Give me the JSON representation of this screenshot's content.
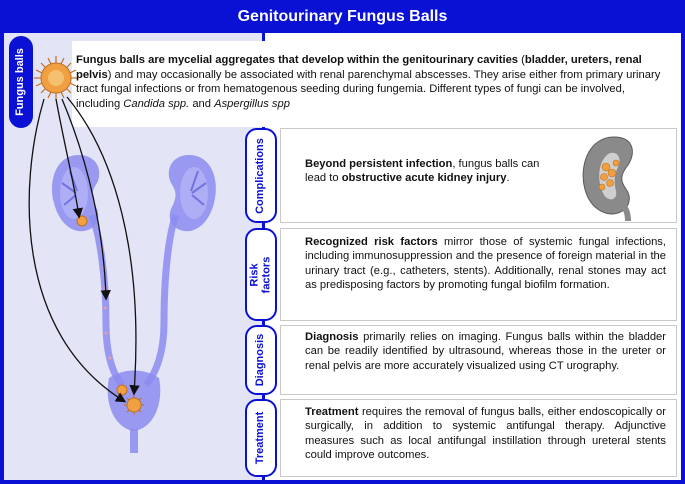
{
  "title": "Genitourinary Fungus Balls",
  "tabs": {
    "fungus_balls": "Fungus balls",
    "complications": "Complications",
    "risk_factors_1": "Risk",
    "risk_factors_2": "factors",
    "diagnosis": "Diagnosis",
    "treatment": "Treatment"
  },
  "intro": {
    "bold_1": "Fungus balls are mycelial aggregates that develop within the genitourinary cavities",
    "text_1": " (",
    "bold_2": "bladder, ureters, renal pelvis",
    "text_2": ") and may occasionally be associated with renal parenchymal abscesses. They arise either from primary urinary tract fungal infections or from hematogenous seeding during fungemia. Different types of fungi can be involved, including ",
    "italic_1": "Candida spp.",
    "text_3": " and ",
    "italic_2": "Aspergillus spp"
  },
  "complications": {
    "bold_1": "Beyond persistent infection",
    "text_1": ", fungus balls can lead to ",
    "bold_2": "obstructive acute kidney injury",
    "text_2": "."
  },
  "risk_factors": {
    "bold_1": "Recognized risk factors",
    "text_1": " mirror those of systemic fungal infections, including immunosuppression and the presence of foreign material in the urinary tract (e.g., catheters, stents). Additionally, renal stones may act as predisposing factors by promoting fungal biofilm formation."
  },
  "diagnosis": {
    "bold_1": "Diagnosis",
    "text_1": " primarily relies on imaging. Fungus balls within the bladder can be readily identified by ultrasound, whereas those in the ureter or renal pelvis are more accurately visualized using CT urography."
  },
  "treatment": {
    "bold_1": "Treatment",
    "text_1": " requires the removal of fungus balls, either endoscopically or surgically, in addition to systemic antifungal therapy. Adjunctive measures such as local antifungal instillation through ureteral stents could improve outcomes."
  },
  "colors": {
    "frame_blue": "#0a10d4",
    "panel_lavender": "#e3e4f5",
    "organ_purple": "#8c8cf0",
    "fungus_orange": "#f0a040",
    "kidney_gray": "#8a8a8a"
  },
  "icons": [
    "fungus-ball-icon",
    "urinary-tract-illustration",
    "kidney-cross-section-icon",
    "spread-arrow"
  ]
}
